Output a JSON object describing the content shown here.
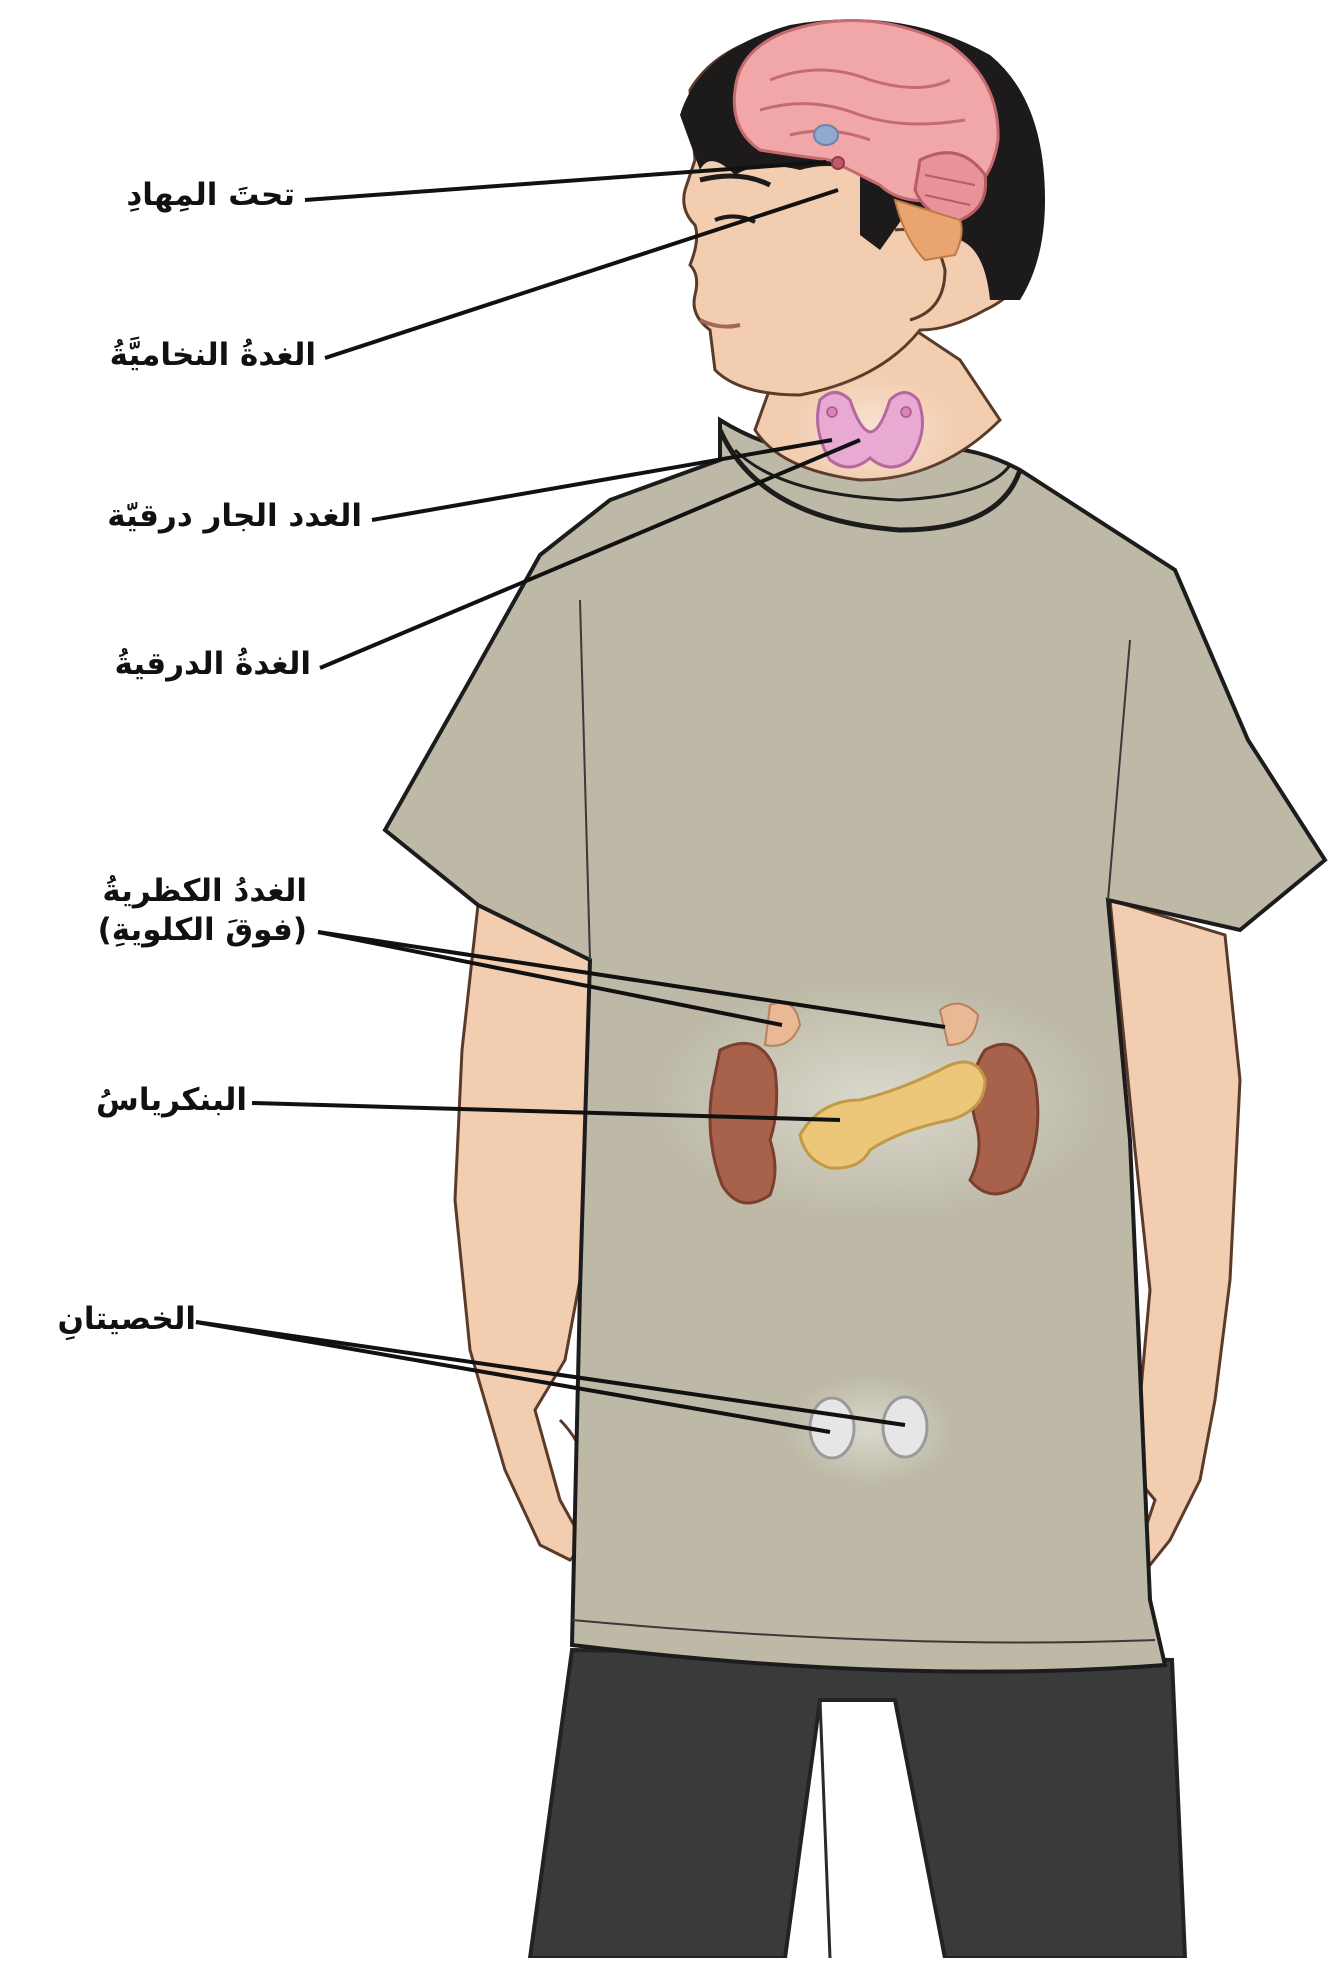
{
  "labels": {
    "hypothalamus": "تحتَ المِهادِ",
    "pituitary": "الغدةُ النخاميَّةُ",
    "parathyroid": "الغدد الجار درقيّة",
    "thyroid": "الغدةُ الدرقيةُ",
    "adrenal_line1": "الغددُ الكظريةُ",
    "adrenal_line2": "(فوقَ الكلويةِ)",
    "pancreas": "البنكرياسُ",
    "testes": "الخصيتانِ"
  },
  "colors": {
    "shirt": "#bdb9a6",
    "skin": "#f2cdb0",
    "hair": "#1c1a1a",
    "pants": "#3a3a3a",
    "brain": "#f1a7a8",
    "thyroid": "#e8a9d3",
    "kidney": "#a8614a",
    "pancreas": "#ecc679",
    "adrenal": "#e8b994",
    "testes": "#e6e6e6",
    "leader_line": "#111111"
  }
}
